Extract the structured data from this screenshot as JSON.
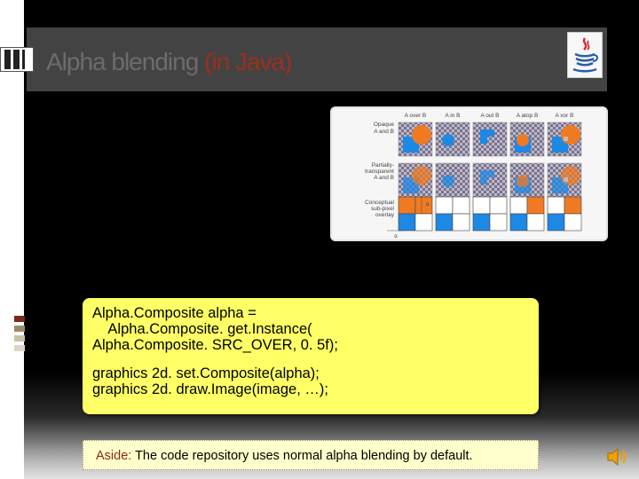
{
  "slide": {
    "title_plain": "Alpha blending",
    "title_highlight": "(in Java)",
    "accent_color": "#9a3020",
    "diagram": {
      "columns": [
        "A over B",
        "A in B",
        "A out B",
        "A atop B",
        "A xor B"
      ],
      "rows": [
        {
          "label_1": "Opaque",
          "label_2": "A and B"
        },
        {
          "label_1": "Partially-",
          "label_2": "transparent",
          "label_3": "A and B"
        },
        {
          "label_1": "Conceptual",
          "label_2": "sub-pixel",
          "label_3": "overlay"
        }
      ],
      "dim_v": "α",
      "dim_h": "α"
    },
    "code_lines": [
      "Alpha.Composite alpha =",
      "    Alpha.Composite. get.Instance(",
      "Alpha.Composite. SRC_OVER, 0. 5f);",
      "graphics 2d. set.Composite(alpha);",
      "graphics 2d. draw.Image(image, …);"
    ],
    "aside_label": "Aside:",
    "aside_text": " The code repository uses normal alpha blending by default."
  }
}
